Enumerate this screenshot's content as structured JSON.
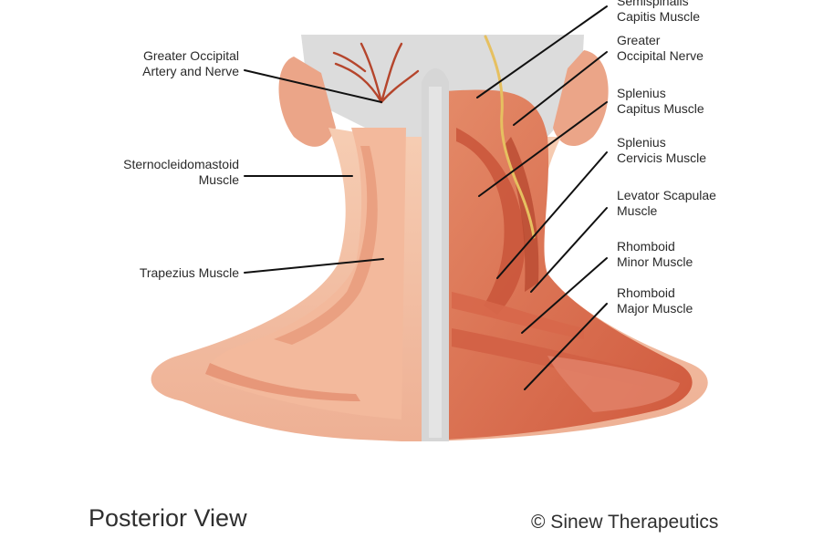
{
  "labels": {
    "semispinalis_capitis": {
      "line1": "Semispinalis",
      "line2": "Capitis Muscle"
    },
    "greater_occipital_artery_nerve": {
      "line1": "Greater Occipital",
      "line2": "Artery and Nerve"
    },
    "greater_occipital_nerve": {
      "line1": "Greater",
      "line2": "Occipital Nerve"
    },
    "splenius_capitis": {
      "line1": "Splenius",
      "line2": "Capitus Muscle"
    },
    "sternocleidomastoid": {
      "line1": "Sternocleidomastoid",
      "line2": "Muscle"
    },
    "splenius_cervicis": {
      "line1": "Splenius",
      "line2": "Cervicis Muscle"
    },
    "levator_scapulae": {
      "line1": "Levator Scapulae",
      "line2": "Muscle"
    },
    "trapezius": {
      "line1": "Trapezius Muscle"
    },
    "rhomboid_minor": {
      "line1": "Rhomboid",
      "line2": "Minor Muscle"
    },
    "rhomboid_major": {
      "line1": "Rhomboid",
      "line2": "Major Muscle"
    }
  },
  "captions": {
    "view": "Posterior View",
    "copyright": "© Sinew Therapeutics"
  },
  "colors": {
    "background": "#ffffff",
    "skin_light": "#f4c0a4",
    "skin_mid": "#e9a07f",
    "muscle_deep": "#d8694b",
    "muscle_dark": "#c24f36",
    "spine_gray": "#d9d9d9",
    "nerve_yellow": "#e6c060",
    "artery_red": "#b5452c",
    "leader_line": "#111111",
    "text": "#2a2a2a"
  }
}
